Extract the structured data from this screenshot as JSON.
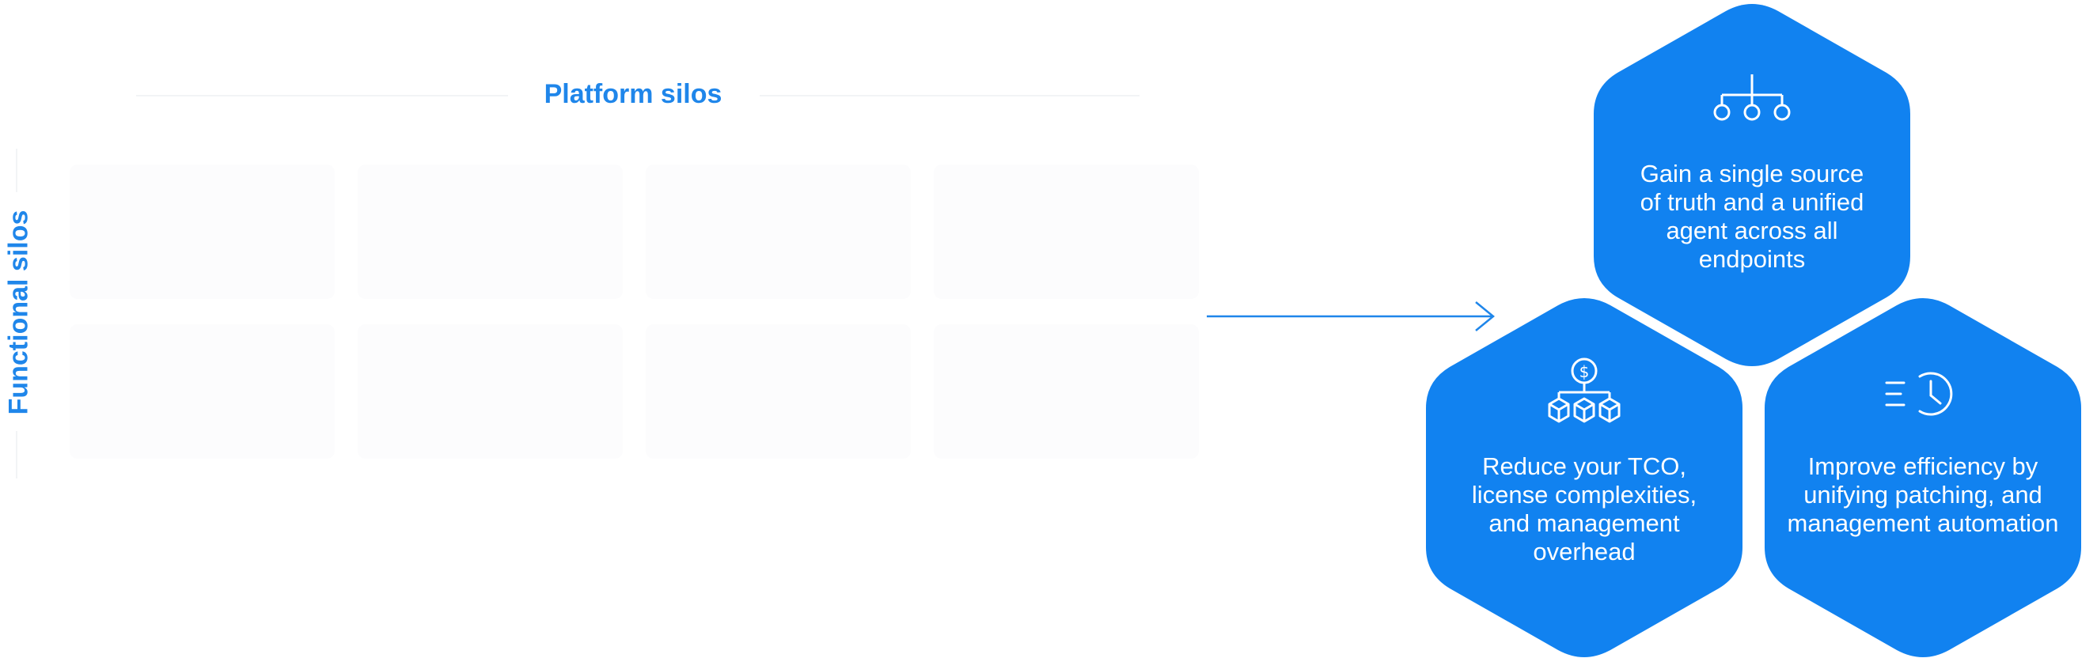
{
  "platform_silos": {
    "title": "Platform silos"
  },
  "functional_silos": {
    "title": "Functional silos"
  },
  "benefits": [
    {
      "icon": "hierarchy-icon",
      "lines": [
        "Gain a single source",
        "of truth and a unified",
        "agent across all",
        "endpoints"
      ]
    },
    {
      "icon": "cost-boxes-icon",
      "lines": [
        "Reduce your TCO,",
        "license complexities,",
        "and management",
        "overhead"
      ]
    },
    {
      "icon": "clock-speed-icon",
      "lines": [
        "Improve efficiency by",
        "unifying patching, and",
        "management automation"
      ]
    }
  ],
  "colors": {
    "accent": "#1f86ea",
    "hex_fill": "#1182f0",
    "silo_fill": "#fcfcfd"
  }
}
